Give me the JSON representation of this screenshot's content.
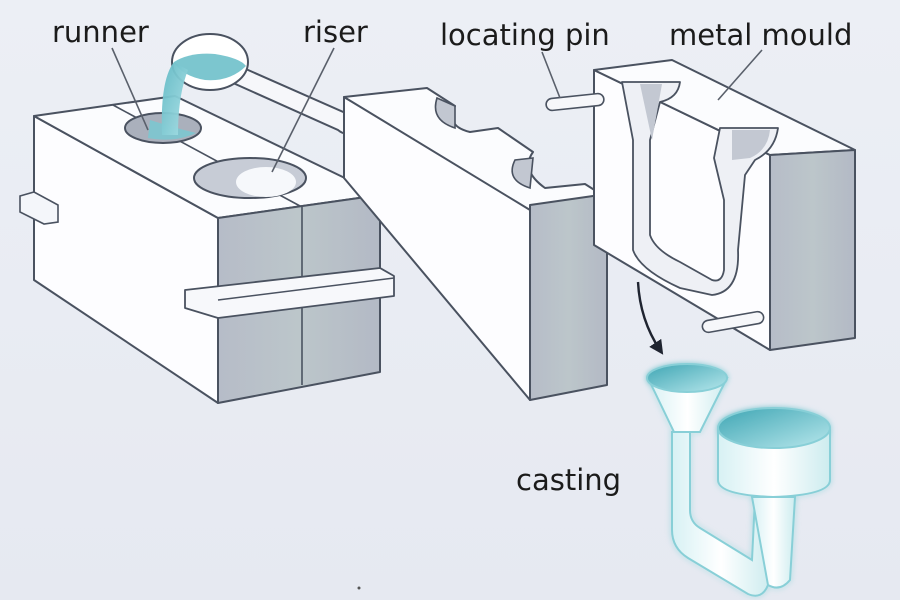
{
  "diagram": {
    "subject": "Permanent metal mould casting",
    "labels": {
      "runner": "runner",
      "riser": "riser",
      "locating_pin": "locating pin",
      "metal_mould": "metal mould",
      "casting": "casting"
    },
    "colors": {
      "background": "#e8ebf2",
      "molten_metal": "#7cc6cf",
      "casting_glow": "#9fdde4",
      "outline": "#4a5260",
      "shadow_face": "#b4bac6"
    },
    "components": [
      "assembled mould with ladle pouring metal",
      "mould half with cutouts",
      "open mould half with cavity",
      "finished casting"
    ]
  }
}
